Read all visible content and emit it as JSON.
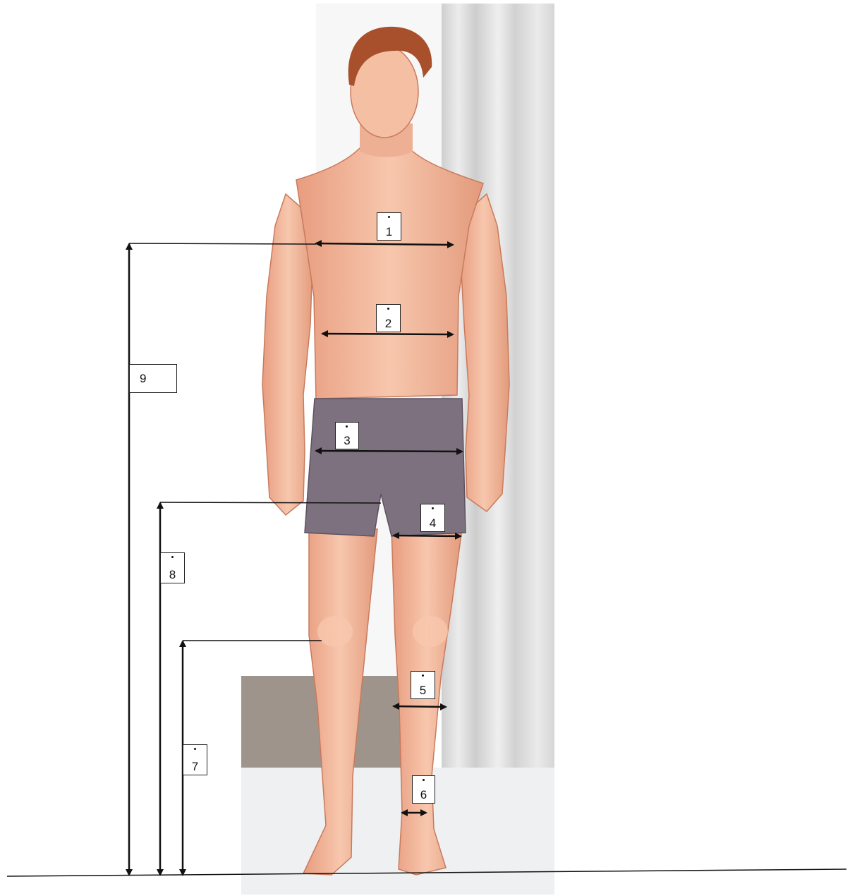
{
  "labels": {
    "m1": "1",
    "m2": "2",
    "m3": "3",
    "m4": "4",
    "m5": "5",
    "m6": "6",
    "m7": "7",
    "m8": "8",
    "m9": "9"
  },
  "colors": {
    "skin": "#f2b79a",
    "skin_shadow": "#d9876a",
    "hair": "#a8502c",
    "shorts": "#7d7180",
    "curtain": "#d9d9d9",
    "wall_band": "#9e948c",
    "line": "#111111"
  }
}
